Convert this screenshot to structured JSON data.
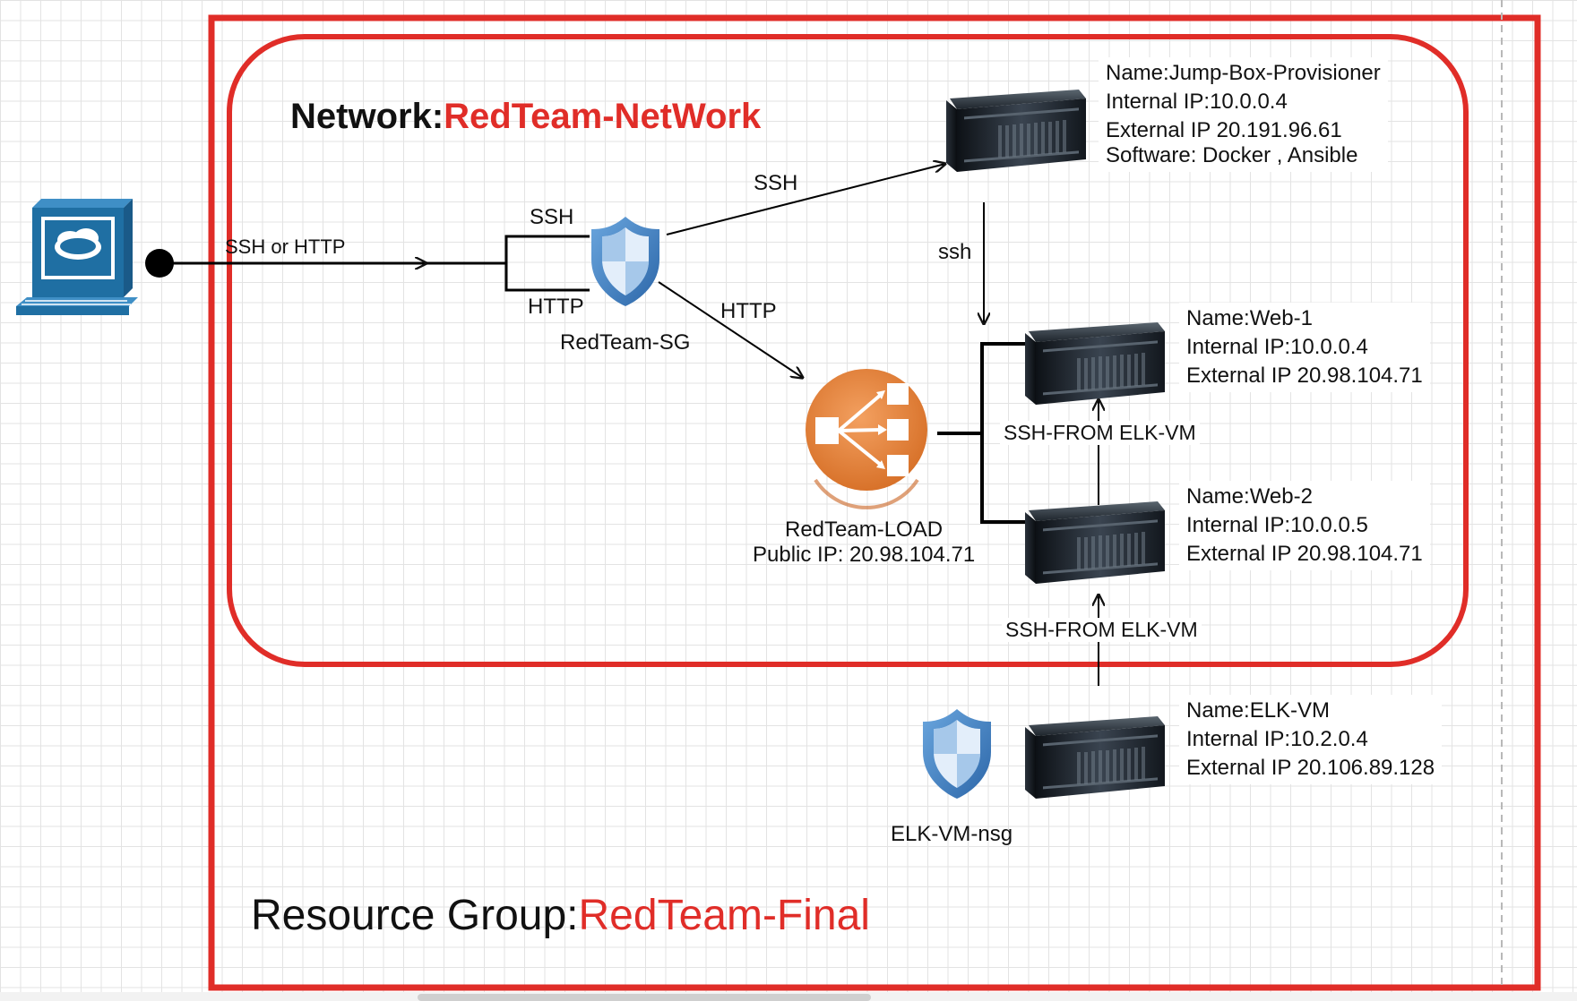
{
  "network": {
    "label_prefix": "Network:",
    "label_name": "RedTeam-NetWork"
  },
  "resource_group": {
    "label_prefix": "Resource Group:",
    "label_name": "RedTeam-Final"
  },
  "colors": {
    "boundary_red": "#e02d28",
    "shield_blue": "#3d7fc4",
    "load_balancer_orange": "#e8883c",
    "workstation_blue": "#1f6fa3"
  },
  "connections": {
    "user_to_sg": "SSH or HTTP",
    "sg_ssh": "SSH",
    "sg_http": "HTTP",
    "sg_to_jumpbox": "SSH",
    "sg_to_lb": "HTTP",
    "jumpbox_to_web": "ssh",
    "elk_to_web1": "SSH-FROM ELK-VM",
    "elk_to_web2": "SSH-FROM ELK-VM"
  },
  "security_group": {
    "name": "RedTeam-SG",
    "icon": "shield-icon"
  },
  "load_balancer": {
    "name": "RedTeam-LOAD",
    "public_ip": "Public IP: 20.98.104.71",
    "icon": "load-balancer-icon"
  },
  "elk_nsg": {
    "name": "ELK-VM-nsg",
    "icon": "shield-icon"
  },
  "servers": {
    "jumpbox": {
      "name": "Name:Jump-Box-Provisioner",
      "internal_ip": "Internal IP:10.0.0.4",
      "external_ip": "External IP 20.191.96.61",
      "software": "Software: Docker , Ansible"
    },
    "web1": {
      "name": "Name:Web-1",
      "internal_ip": "Internal IP:10.0.0.4",
      "external_ip": "External IP 20.98.104.71"
    },
    "web2": {
      "name": "Name:Web-2",
      "internal_ip": "Internal IP:10.0.0.5",
      "external_ip": "External IP 20.98.104.71"
    },
    "elk": {
      "name": "Name:ELK-VM",
      "internal_ip": "Internal IP:10.2.0.4",
      "external_ip": "External IP 20.106.89.128"
    }
  }
}
